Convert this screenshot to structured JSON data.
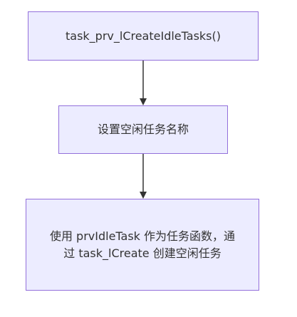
{
  "nodes": [
    {
      "id": "create-idle-tasks",
      "label": "task_prv_lCreateIdleTasks()"
    },
    {
      "id": "set-idle-task-name",
      "label": "设置空闲任务名称"
    },
    {
      "id": "create-task",
      "label": "使用 prvIdleTask 作为任务函数，通过 task_lCreate 创建空闲任务"
    }
  ],
  "edges": [
    {
      "from": "create-idle-tasks",
      "to": "set-idle-task-name"
    },
    {
      "from": "set-idle-task-name",
      "to": "create-task"
    }
  ],
  "colors": {
    "node_fill": "#ececff",
    "node_border": "#9370db",
    "edge": "#333333",
    "text": "#333333"
  }
}
